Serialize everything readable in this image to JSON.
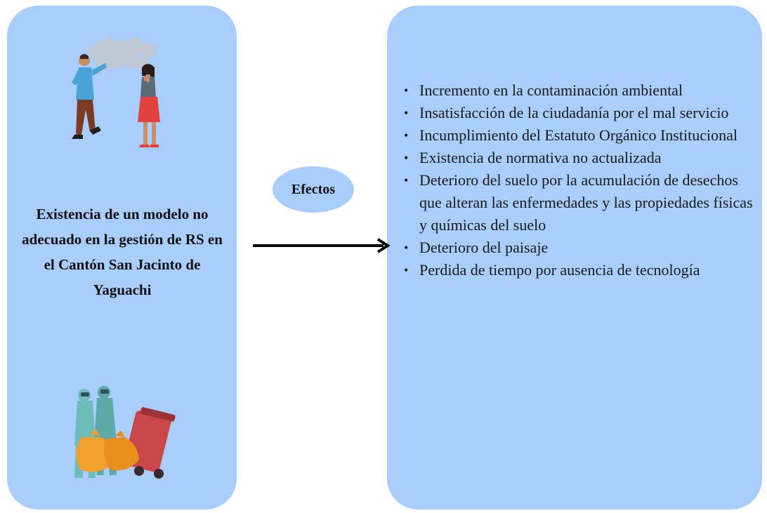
{
  "cause": {
    "text": "Existencia de un modelo no adecuado en la gestión de RS en el Cantón San Jacinto de Yaguachi"
  },
  "connector": {
    "label": "Efectos"
  },
  "effects": {
    "items": [
      "Incremento en la contaminación ambiental",
      "Insatisfacción de la ciudadanía por el mal servicio",
      "Incumplimiento del Estatuto Orgánico Institucional",
      "Existencia de normativa no actualizada",
      "Deterioro del suelo por la acumulación de desechos que alteran las enfermedades y las propiedades físicas y químicas del suelo",
      "Deterioro del paisaje",
      "Perdida de tiempo por ausencia de tecnología"
    ]
  },
  "icons": {
    "top": "people-pollution-smell-icon",
    "bottom": "hazmat-workers-garbage-icon"
  },
  "colors": {
    "panel": "#a9cdfd",
    "arrow": "#000000"
  }
}
